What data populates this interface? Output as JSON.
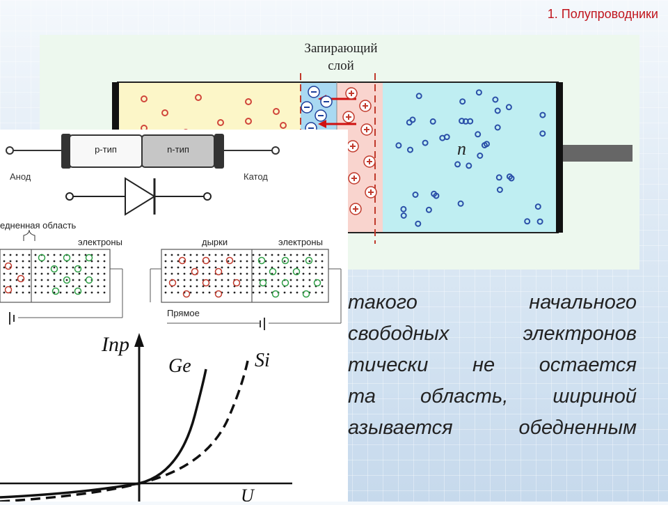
{
  "slide": {
    "header": "1. Полупроводники",
    "body_lines": [
      "такого начального",
      "свободных электронов",
      "тически не остается",
      "та область, шириной",
      "азывается обедненным"
    ]
  },
  "junction_figure": {
    "barrier_label_line1": "Запирающий",
    "barrier_label_line2": "слой",
    "n_region_label": "n"
  },
  "diode_figure": {
    "p_type_label": "p-тип",
    "n_type_label": "n-тип",
    "anode_label": "Анод",
    "cathode_label": "Катод",
    "depletion_label": "едненная область",
    "electrons_label_1": "электроны",
    "holes_label": "дырки",
    "electrons_label_2": "электроны",
    "forward_label": "Прямое"
  },
  "iv_curve": {
    "y_axis_label": "Iпр",
    "ge_label": "Ge",
    "si_label": "Si",
    "x_axis_label": "U"
  }
}
